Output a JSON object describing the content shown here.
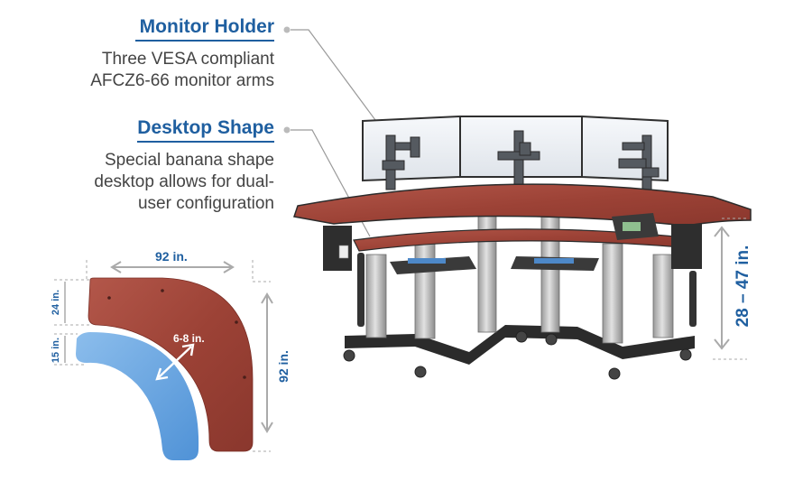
{
  "callouts": {
    "monitor_holder": {
      "title": "Monitor Holder",
      "line1": "Three VESA compliant",
      "line2": "AFCZ6-66 monitor arms"
    },
    "desktop_shape": {
      "title": "Desktop Shape",
      "line1": "Special banana shape",
      "line2": "desktop allows for dual-",
      "line3": "user configuration"
    }
  },
  "dimensions": {
    "width_top": "92 in.",
    "depth_side": "92 in.",
    "upper_depth": "24 in.",
    "lower_depth": "15 in.",
    "gap": "6-8 in.",
    "height_range": "28 – 47 in."
  },
  "colors": {
    "accent": "#1f5fa0",
    "wood": "#a0463a",
    "lower_surface": "#4a8fd6",
    "frame": "#2b2b2b",
    "column": "#c9c9c9"
  }
}
